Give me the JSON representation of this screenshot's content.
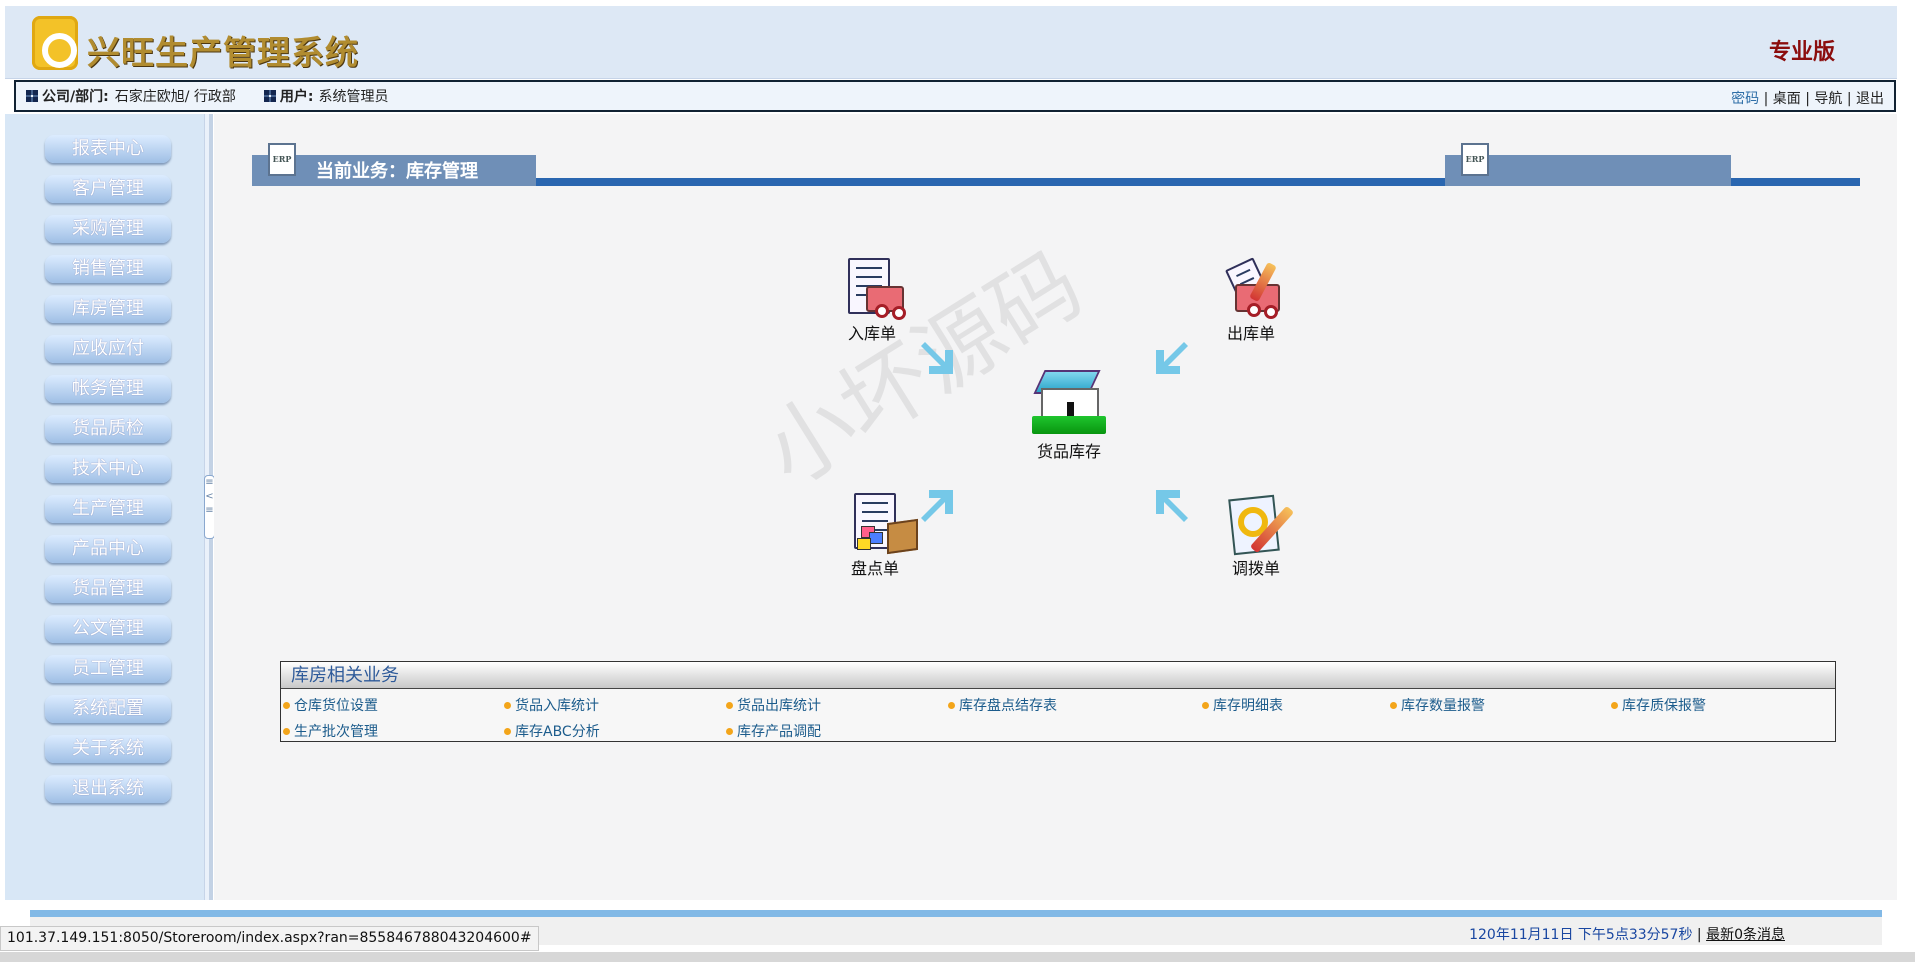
{
  "app": {
    "title": "兴旺生产管理系统",
    "edition": "专业版"
  },
  "topbar": {
    "company_label": "公司/部门:",
    "company_value": "石家庄欧旭/ 行政部",
    "user_label": "用户:",
    "user_value": "系统管理员",
    "links": [
      "密码",
      "桌面",
      "导航",
      "退出"
    ]
  },
  "sidebar": {
    "items": [
      "报表中心",
      "客户管理",
      "采购管理",
      "销售管理",
      "库房管理",
      "应收应付",
      "帐务管理",
      "货品质检",
      "技术中心",
      "生产管理",
      "产品中心",
      "货品管理",
      "公文管理",
      "员工管理",
      "系统配置",
      "关于系统",
      "退出系统"
    ]
  },
  "main": {
    "tab_title": "当前业务：库存管理",
    "erp_label": "ERP",
    "workflow": {
      "inbound": "入库单",
      "outbound": "出库单",
      "inventory": "货品库存",
      "count": "盘点单",
      "transfer": "调拨单"
    },
    "related": {
      "title": "库房相关业务",
      "links": [
        "仓库货位设置",
        "货品入库统计",
        "货品出库统计",
        "库存盘点结存表",
        "库存明细表",
        "库存数量报警",
        "库存质保报警",
        "生产批次管理",
        "库存ABC分析",
        "库存产品调配"
      ]
    }
  },
  "status": {
    "url": "101.37.149.151:8050/Storeroom/index.aspx?ran=855846788043204600#",
    "datetime": "120年11月11日 下午5点33分57秒",
    "separator": "|",
    "messages": "最新0条消息"
  },
  "watermark": "小坏源码",
  "colors": {
    "header_bg": "#dde8f5",
    "tab_blue": "#6f8fb7",
    "link_blue": "#1c5c8c",
    "arrow_cyan": "#75c8e8"
  }
}
